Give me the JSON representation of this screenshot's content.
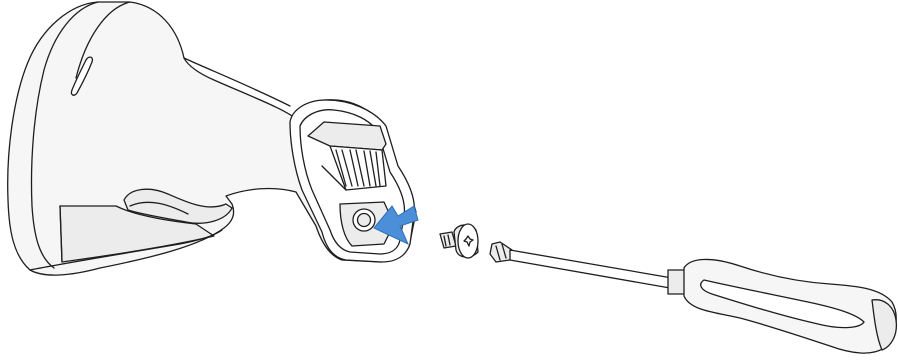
{
  "illustration": {
    "components": [
      {
        "name": "scanner-handle",
        "icon": "barcode-scanner-icon"
      },
      {
        "name": "battery-contacts",
        "icon": "connector-contacts-icon"
      },
      {
        "name": "screw-hole",
        "icon": "screw-hole-icon"
      },
      {
        "name": "screw",
        "icon": "torx-screw-icon"
      },
      {
        "name": "screwdriver",
        "icon": "torx-screwdriver-icon"
      }
    ],
    "arrow": {
      "icon": "insert-direction-arrow-icon",
      "meaning": "insert screw",
      "color": "#4a8fd8"
    },
    "colors": {
      "outline": "#1e1e1e",
      "body_fill": "#f6f6f6",
      "shadow_fill": "#ececec",
      "background": "#ffffff"
    }
  }
}
